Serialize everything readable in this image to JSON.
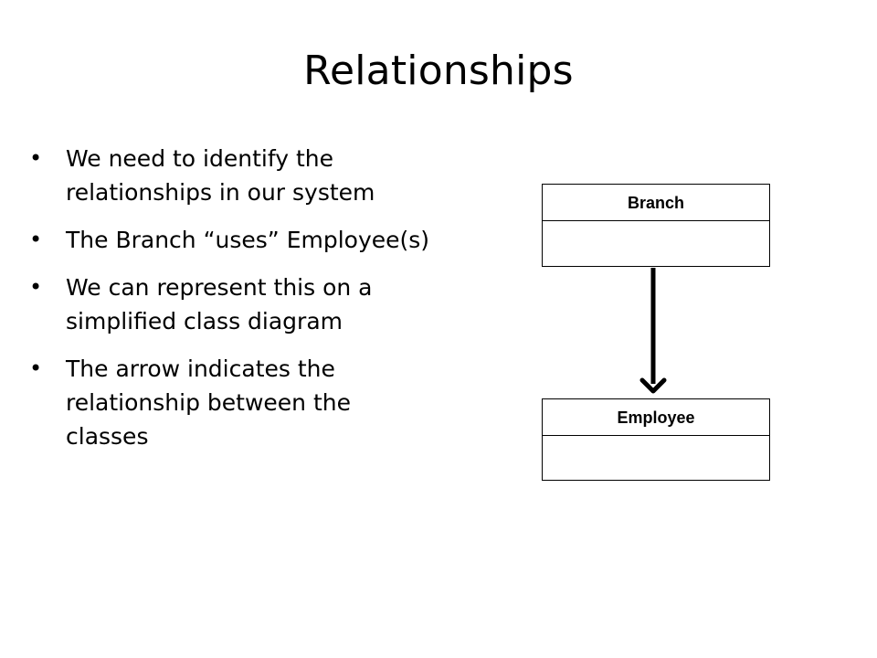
{
  "slide": {
    "title": "Relationships",
    "bullets": [
      {
        "text": "We need to identify the\nrelationships in our system"
      },
      {
        "text": "The Branch “uses” Employee(s)"
      },
      {
        "text": "We can represent this on a\nsimplified class diagram"
      },
      {
        "text": "The arrow indicates the\nrelationship between the\nclasses"
      }
    ],
    "bullet_symbol": "•"
  },
  "diagram": {
    "classes": [
      {
        "name": "Branch"
      },
      {
        "name": "Employee"
      }
    ],
    "relationship": {
      "from": "Branch",
      "to": "Employee",
      "type": "directed-association"
    },
    "line_color": "#000000"
  }
}
